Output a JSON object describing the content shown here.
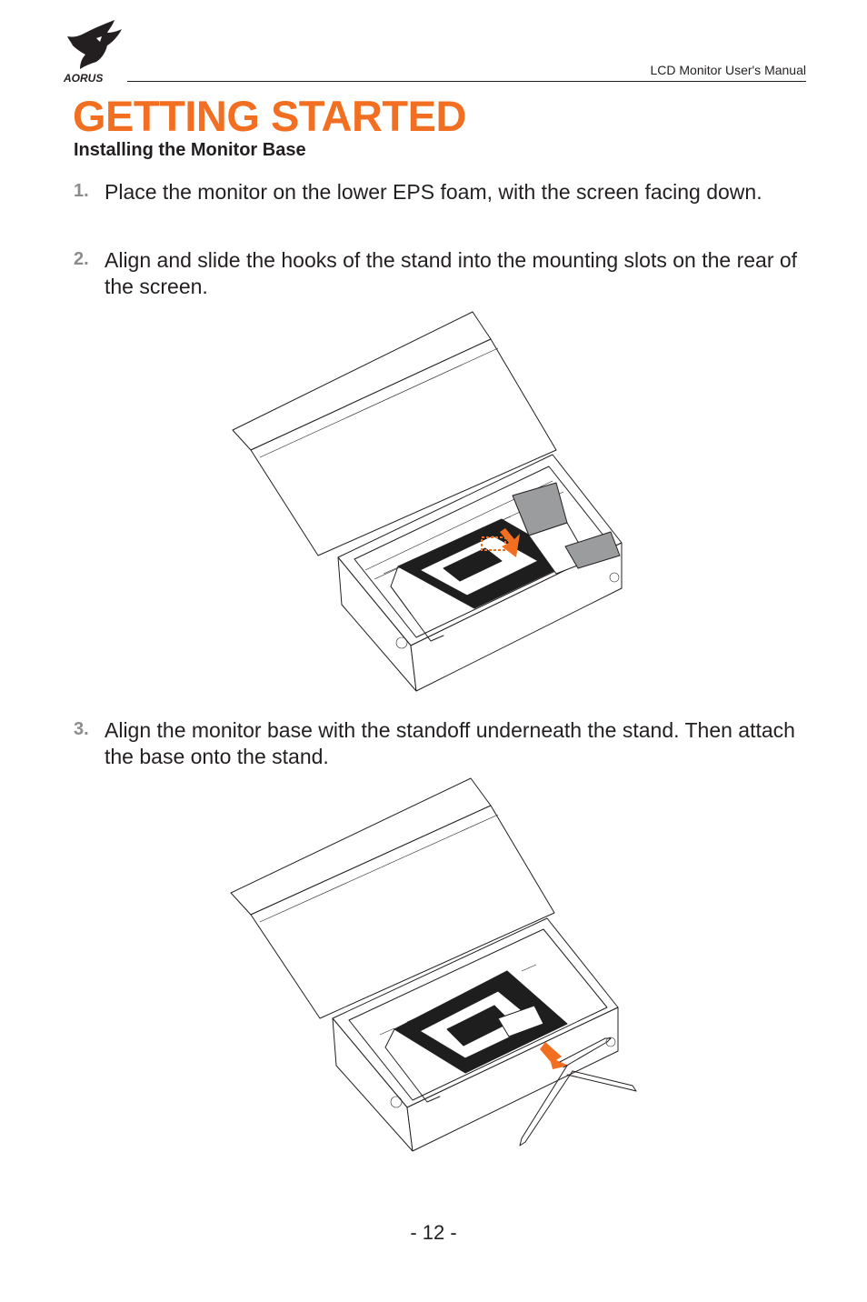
{
  "header": {
    "logo_text": "AORUS",
    "manual_title": "LCD Monitor User's Manual"
  },
  "page_title": "GETTING STARTED",
  "section_heading": "Installing the Monitor Base",
  "steps": [
    {
      "number": "1.",
      "text": "Place the monitor on the lower EPS foam, with the screen facing down."
    },
    {
      "number": "2.",
      "text": "Align and slide the hooks of the stand into the mounting slots on the rear of the screen."
    },
    {
      "number": "3.",
      "text": "Align the monitor base with the standoff underneath the stand. Then attach the base onto the stand."
    }
  ],
  "page_number": "- 12 -",
  "colors": {
    "accent": "#f26f21",
    "step_number": "#8a8c8e",
    "text": "#231f20"
  }
}
